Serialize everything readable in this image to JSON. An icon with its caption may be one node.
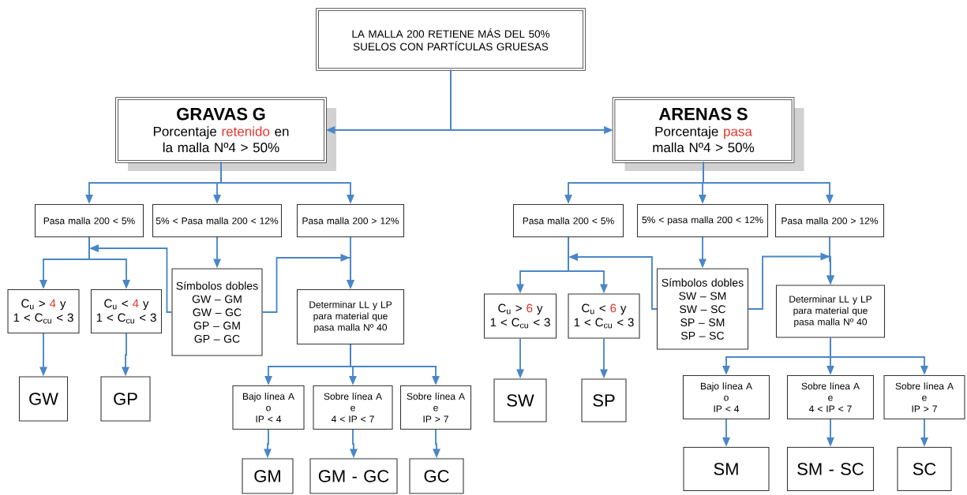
{
  "diagram": {
    "nodes": [
      {
        "text": [
          "LA MALLA 200 RETIENE MÁS DEL 50%",
          "SUELOS CON PARTÍCULAS GRUESAS"
        ]
      },
      {
        "text": [
          "GRAVAS   G",
          "Porcentaje",
          "retenido",
          "en la malla Nº4 > 50%"
        ]
      },
      {
        "text": [
          "Pasa malla 200 < 5%"
        ]
      },
      {
        "text": [
          "5% < Pasa malla 200 < 12%"
        ]
      },
      {
        "text": [
          "Pasa malla 200 > 12%"
        ]
      },
      {
        "text": [
          "C$_{u}$ >",
          "4",
          "y",
          "1 < C$_{cu}$ < 3"
        ]
      },
      {
        "text": [
          "C$_{u}$ <",
          "4",
          "y",
          "1 < C$_{cu}$ < 3"
        ]
      },
      {
        "text": [
          "Símbolos dobles",
          "GW – GM",
          "GW – GC",
          "GP – GM",
          "GP – GC"
        ]
      },
      {
        "text": [
          "Determinar LL y LP para material que pasa malla Nº 40"
        ]
      },
      {
        "text": [
          "GW"
        ]
      },
      {
        "text": [
          "GP"
        ]
      },
      {
        "text": [
          "Bajo línea A",
          "o",
          "IP < 4"
        ]
      },
      {
        "text": [
          "Sobre línea A",
          "e",
          "4 < IP < 7"
        ]
      },
      {
        "text": [
          "Sobre línea A",
          "e",
          "IP > 7"
        ]
      },
      {
        "text": [
          "GM"
        ]
      },
      {
        "text": [
          "GM - GC"
        ]
      },
      {
        "text": [
          "GC"
        ]
      },
      {
        "text": [
          "ARENAS   S",
          "Porcentaje",
          "pasa",
          "malla Nº4 > 50%"
        ]
      },
      {
        "text": [
          "Pasa malla 200 < 5%"
        ]
      },
      {
        "text": [
          "5% < pasa malla 200 < 12%"
        ]
      },
      {
        "text": [
          "Pasa malla 200 > 12%"
        ]
      },
      {
        "text": [
          "C$_{u}$ >",
          "6",
          "y",
          "1 < C$_{cu}$ < 3"
        ]
      },
      {
        "text": [
          "C$_{u}$ <",
          "6",
          "y",
          "1 < C$_{cu}$ < 3"
        ]
      },
      {
        "text": [
          "Símbolos dobles",
          "SW – SM",
          "SW – SC",
          "SP – SM",
          "SP – SC"
        ]
      },
      {
        "text": [
          "Determinar LL y LP para material que pasa malla Nº 40"
        ]
      },
      {
        "text": [
          "SW"
        ]
      },
      {
        "text": [
          "SP"
        ]
      },
      {
        "text": [
          "Bajo línea A",
          "o",
          "IP < 4"
        ]
      },
      {
        "text": [
          "Sobre línea A",
          "e",
          "4 < IP < 7"
        ]
      },
      {
        "text": [
          "Sobre línea A",
          "e",
          "IP > 7"
        ]
      },
      {
        "text": [
          "SM"
        ]
      },
      {
        "text": [
          "SM - SC"
        ]
      },
      {
        "text": [
          "SC"
        ]
      }
    ],
    "edges": [
      {
        "from": 0,
        "to": 1,
        "arrow": "to"
      },
      {
        "from": 0,
        "to": 17,
        "arrow": "to"
      },
      {
        "from": 1,
        "to": 2,
        "arrow": "to"
      },
      {
        "from": 1,
        "to": 3,
        "arrow": "to"
      },
      {
        "from": 1,
        "to": 4,
        "arrow": "to"
      },
      {
        "from": 2,
        "to": 5,
        "arrow": "to"
      },
      {
        "from": 2,
        "to": 6,
        "arrow": "to"
      },
      {
        "from": 3,
        "to": 7,
        "arrow": "to"
      },
      {
        "from": 7,
        "to": 2,
        "arrow": "to"
      },
      {
        "from": 4,
        "to": 8,
        "arrow": "to"
      },
      {
        "from": 7,
        "to": 8,
        "arrow": "to"
      },
      {
        "from": 5,
        "to": 9,
        "arrow": "to"
      },
      {
        "from": 6,
        "to": 10,
        "arrow": "to"
      },
      {
        "from": 8,
        "to": 11,
        "arrow": "to"
      },
      {
        "from": 8,
        "to": 12,
        "arrow": "to"
      },
      {
        "from": 8,
        "to": 13,
        "arrow": "to"
      },
      {
        "from": 11,
        "to": 14,
        "arrow": "to"
      },
      {
        "from": 12,
        "to": 15,
        "arrow": "to"
      },
      {
        "from": 13,
        "to": 16,
        "arrow": "to"
      },
      {
        "from": 17,
        "to": 18,
        "arrow": "to"
      },
      {
        "from": 17,
        "to": 19,
        "arrow": "to"
      },
      {
        "from": 17,
        "to": 20,
        "arrow": "to"
      },
      {
        "from": 18,
        "to": 21,
        "arrow": "to"
      },
      {
        "from": 18,
        "to": 22,
        "arrow": "to"
      },
      {
        "from": 19,
        "to": 23,
        "arrow": "to"
      },
      {
        "from": 23,
        "to": 18,
        "arrow": "to"
      },
      {
        "from": 20,
        "to": 24,
        "arrow": "to"
      },
      {
        "from": 23,
        "to": 24,
        "arrow": "to"
      },
      {
        "from": 21,
        "to": 25,
        "arrow": "to"
      },
      {
        "from": 22,
        "to": 26,
        "arrow": "to"
      },
      {
        "from": 24,
        "to": 27,
        "arrow": "to"
      },
      {
        "from": 24,
        "to": 28,
        "arrow": "to"
      },
      {
        "from": 24,
        "to": 29,
        "arrow": "to"
      },
      {
        "from": 27,
        "to": 30,
        "arrow": "to"
      },
      {
        "from": 28,
        "to": 31,
        "arrow": "to"
      },
      {
        "from": 29,
        "to": 32,
        "arrow": "to"
      }
    ]
  }
}
